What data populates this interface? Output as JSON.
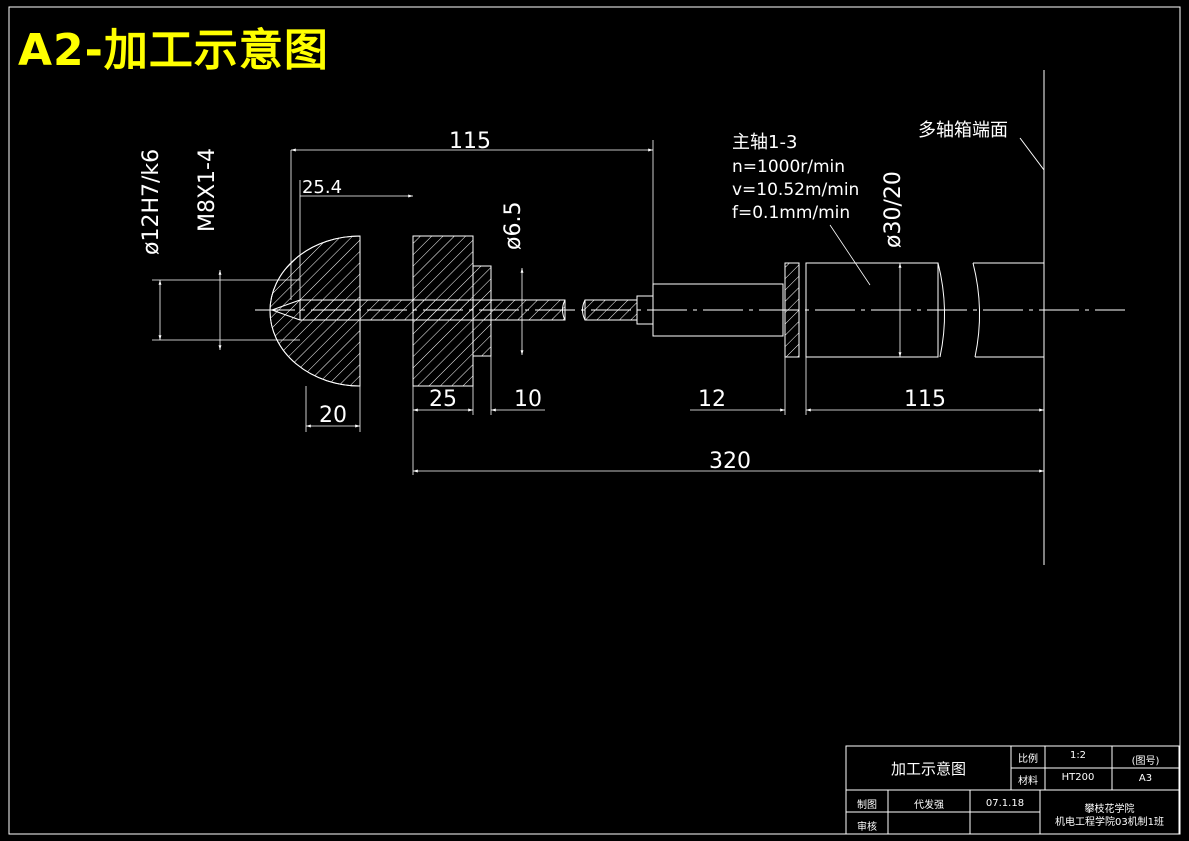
{
  "title": "A2-加工示意图",
  "labels": {
    "bore_fit": "ø12H7/k6",
    "thread": "M8X1-4",
    "small_dia": "ø6.5",
    "spindle_dia": "ø30/20",
    "spindle_name": "主轴1-3",
    "speed": "n=1000r/min",
    "velocity": "v=10.52m/min",
    "feed": "f=0.1mm/min",
    "box_face": "多轴箱端面"
  },
  "dimensions": {
    "d115_top": "115",
    "d25_4": "25.4",
    "d20": "20",
    "d25": "25",
    "d10": "10",
    "d12": "12",
    "d115_bottom": "115",
    "d320": "320"
  },
  "title_block": {
    "drawing_name": "加工示意图",
    "scale_label": "比例",
    "scale_value": "1:2",
    "drawing_no": "(图号)",
    "material_label": "材料",
    "material_value": "HT200",
    "size_value": "A3",
    "drawn_label": "制图",
    "drawn_by": "代发强",
    "date": "07.1.18",
    "school": "攀枝花学院",
    "class": "机电工程学院03机制1班",
    "check_label": "审核"
  }
}
